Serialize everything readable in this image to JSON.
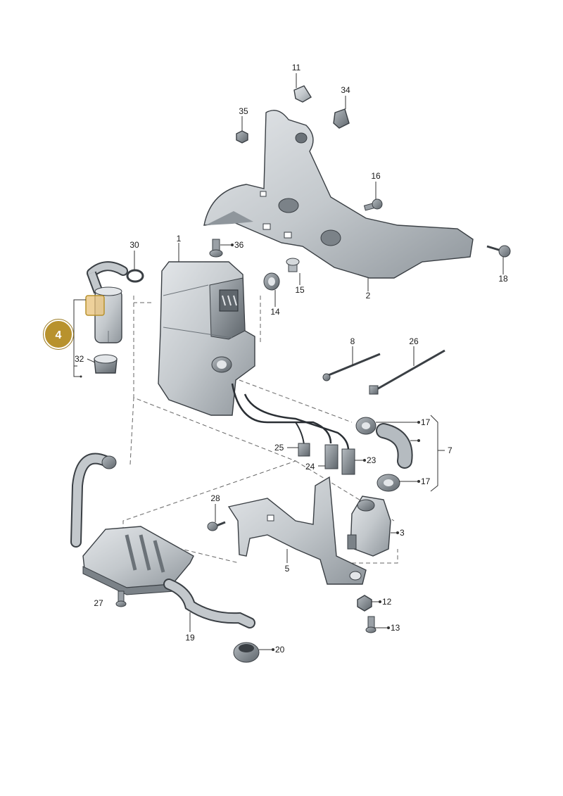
{
  "diagram": {
    "highlight_badge": {
      "label": "4",
      "color": "#b8922d"
    },
    "callouts": [
      {
        "id": "11",
        "label": "11"
      },
      {
        "id": "34",
        "label": "34"
      },
      {
        "id": "35",
        "label": "35"
      },
      {
        "id": "16",
        "label": "16"
      },
      {
        "id": "1",
        "label": "1"
      },
      {
        "id": "30",
        "label": "30"
      },
      {
        "id": "36",
        "label": "36"
      },
      {
        "id": "15",
        "label": "15"
      },
      {
        "id": "14",
        "label": "14"
      },
      {
        "id": "2",
        "label": "2"
      },
      {
        "id": "18",
        "label": "18"
      },
      {
        "id": "32",
        "label": "32"
      },
      {
        "id": "8",
        "label": "8"
      },
      {
        "id": "26",
        "label": "26"
      },
      {
        "id": "17a",
        "label": "17"
      },
      {
        "id": "7",
        "label": "7"
      },
      {
        "id": "25",
        "label": "25"
      },
      {
        "id": "24",
        "label": "24"
      },
      {
        "id": "23",
        "label": "23"
      },
      {
        "id": "17b",
        "label": "17"
      },
      {
        "id": "28",
        "label": "28"
      },
      {
        "id": "3",
        "label": "3"
      },
      {
        "id": "5",
        "label": "5"
      },
      {
        "id": "27",
        "label": "27"
      },
      {
        "id": "19",
        "label": "19"
      },
      {
        "id": "12",
        "label": "12"
      },
      {
        "id": "13",
        "label": "13"
      },
      {
        "id": "20",
        "label": "20"
      }
    ],
    "colors": {
      "part_fill": "#c9cdd1",
      "part_shade": "#9aa0a6",
      "part_dark": "#5f666c",
      "highlight": "#e8c27a"
    }
  }
}
